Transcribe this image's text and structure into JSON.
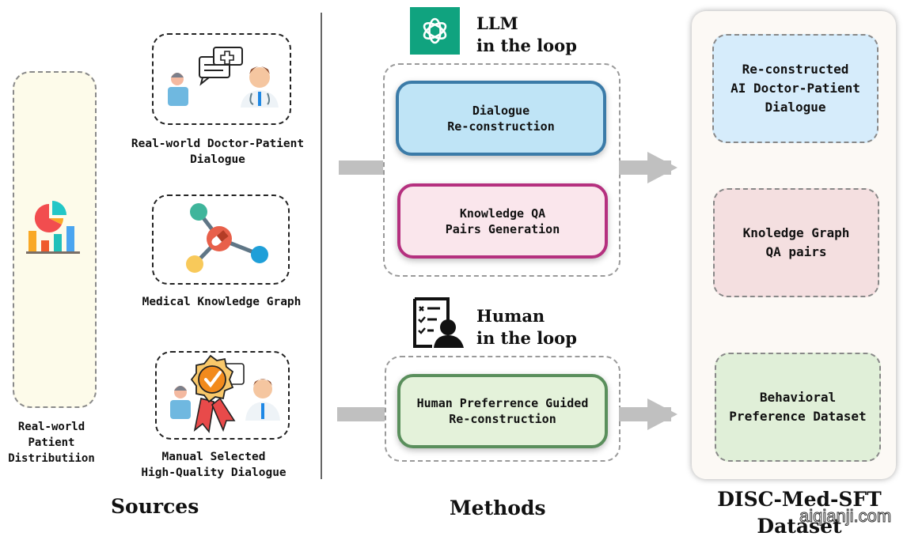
{
  "sources": {
    "title": "Sources",
    "distribution": {
      "label": "Real-world\nPatient\nDistributiion",
      "icon": "chart-statistics-icon"
    },
    "items": [
      {
        "label": "Real-world Doctor-Patient\nDialogue",
        "icon": "doctor-patient-dialogue-icon"
      },
      {
        "label": "Medical Knowledge Graph",
        "icon": "knowledge-graph-icon"
      },
      {
        "label": "Manual Selected\nHigh-Quality Dialogue",
        "icon": "quality-badge-icon"
      }
    ]
  },
  "methods": {
    "title": "Methods",
    "llm_loop": {
      "title": "LLM\nin the loop",
      "icon": "openai-logo-icon",
      "steps": [
        "Dialogue\nRe-construction",
        "Knowledge QA\nPairs Generation"
      ]
    },
    "human_loop": {
      "title": "Human\nin the loop",
      "icon": "checklist-person-icon",
      "steps": [
        "Human Preferrence Guided\nRe-construction"
      ]
    }
  },
  "dataset": {
    "title": "DISC-Med-SFT\nDataset",
    "items": [
      "Re-constructed\nAI Doctor-Patient\nDialogue",
      "Knoledge Graph\nQA pairs",
      "Behavioral\nPreference Dataset"
    ]
  },
  "colors": {
    "llm_green": "#10a37f",
    "dialogue_blue": "#3b7ba8",
    "knowledge_magenta": "#b5307f",
    "human_green": "#5a8f5c",
    "arrow_gray": "#c0c0c0"
  },
  "watermark": "aiqianji.com"
}
